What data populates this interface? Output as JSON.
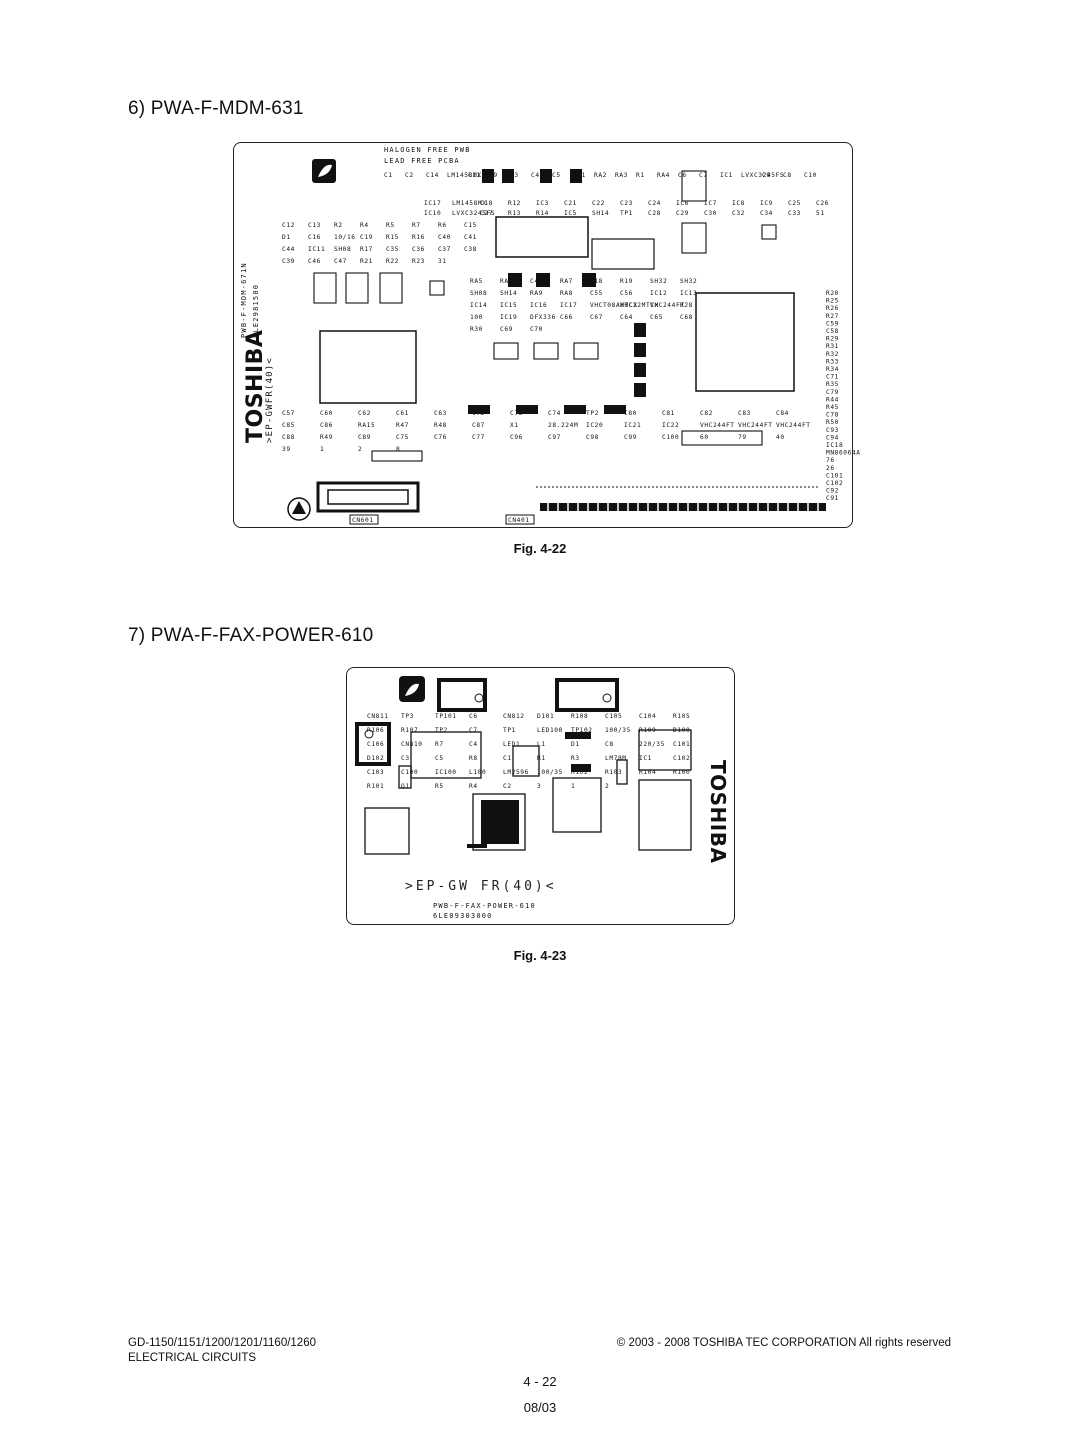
{
  "section6": {
    "title": "6)  PWA-F-MDM-631",
    "figure": "Fig. 4-22",
    "board": {
      "halogen": "HALOGEN FREE PWB",
      "leadfree": "LEAD FREE PCBA",
      "brand": "TOSHIBA",
      "side_code1": "PWB-F-MDM-671N",
      "side_code2": "6LE2981500",
      "side_mark": ">EP-GWFR(40)<",
      "connector1": "CN601",
      "connector2": "CN401",
      "labels_top": [
        "C1",
        "C2",
        "C14",
        "LM1458MX",
        "C11",
        "R9",
        "C3",
        "C4",
        "C5",
        "RA1",
        "RA2",
        "RA3",
        "R1",
        "RA4",
        "C6",
        "C7",
        "IC1",
        "LVXC3245FS",
        "C9",
        "C8",
        "C10"
      ],
      "labels_mid": [
        "IC17",
        "LM1458MX",
        "C18",
        "R12",
        "IC3",
        "C21",
        "C22",
        "C23",
        "C24",
        "IC6",
        "IC7",
        "IC8",
        "IC9",
        "C25",
        "C26",
        "IC10",
        "LVXC3245FS",
        "C27",
        "R13",
        "R14",
        "IC5",
        "SH14",
        "TP1",
        "C28",
        "C29",
        "C30",
        "C32",
        "C34",
        "C33",
        "51"
      ],
      "labels_left": [
        "C12",
        "C13",
        "R2",
        "R4",
        "R5",
        "R7",
        "R6",
        "C15",
        "D1",
        "C16",
        "10/16",
        "C19",
        "R15",
        "R16",
        "C40",
        "C41",
        "C44",
        "IC11",
        "SH08",
        "R17",
        "C35",
        "C36",
        "C37",
        "C38",
        "C39",
        "C46",
        "C47",
        "R21",
        "R22",
        "R23",
        "31"
      ],
      "labels_center": [
        "RA5",
        "RA6",
        "C45",
        "RA7",
        "R18",
        "R19",
        "SH32",
        "SH32",
        "SH08",
        "SH14",
        "RA9",
        "RA8",
        "C55",
        "C56",
        "IC12",
        "IC13",
        "IC14",
        "IC15",
        "IC16",
        "IC17",
        "VHCT08AMTCX",
        "VHC32MTCX",
        "VHC244FT",
        "R28",
        "100",
        "IC19",
        "DFX336",
        "C66",
        "C67",
        "C64",
        "C65",
        "C68",
        "R30",
        "C69",
        "C70"
      ],
      "labels_right": [
        "R20",
        "R25",
        "R26",
        "R27",
        "C59",
        "C58",
        "R29",
        "R31",
        "R32",
        "R33",
        "R34",
        "C71",
        "R35",
        "C79",
        "R44",
        "R45",
        "C78",
        "R50",
        "C93",
        "C94",
        "IC18",
        "MN86064A",
        "76",
        "26",
        "C101",
        "C102",
        "C92",
        "C91"
      ],
      "labels_bottom": [
        "C57",
        "C60",
        "C62",
        "C61",
        "C63",
        "C72",
        "C73",
        "C74",
        "TP2",
        "C80",
        "C81",
        "C82",
        "C83",
        "C84",
        "C85",
        "C86",
        "RA15",
        "R47",
        "R48",
        "C87",
        "X1",
        "28.224M",
        "IC20",
        "IC21",
        "IC22",
        "VHC244FT",
        "VHC244FT",
        "VHC244FT",
        "C88",
        "R49",
        "C89",
        "C75",
        "C76",
        "C77",
        "C96",
        "C97",
        "C98",
        "C99",
        "C100",
        "60",
        "79",
        "40",
        "39",
        "1",
        "2",
        "8"
      ]
    }
  },
  "section7": {
    "title": "7)  PWA-F-FAX-POWER-610",
    "figure": "Fig. 4-23",
    "board": {
      "brand": "TOSHIBA",
      "mark": ">EP-GW FR(40)<",
      "code1": "PWB-F-FAX-POWER-610",
      "code2": "6LE09303000",
      "labels": [
        "CN811",
        "TP3",
        "TP101",
        "C6",
        "CN812",
        "D101",
        "R108",
        "C105",
        "C104",
        "R105",
        "R106",
        "R107",
        "TP2",
        "C7",
        "TP1",
        "LED100",
        "TP102",
        "100/35",
        "R109",
        "D100",
        "C106",
        "CN810",
        "R7",
        "C4",
        "LED1",
        "L1",
        "D1",
        "C8",
        "220/35",
        "C101",
        "D102",
        "C3",
        "C5",
        "R8",
        "C1",
        "R1",
        "R3",
        "LM78M",
        "IC1",
        "C102",
        "C103",
        "C100",
        "IC100",
        "L100",
        "LM2596",
        "100/35",
        "R102",
        "R103",
        "R104",
        "R100",
        "R101",
        "Q1",
        "R5",
        "R4",
        "C2",
        "3",
        "1",
        "2"
      ]
    }
  },
  "footer": {
    "models": "GD-1150/1151/1200/1201/1160/1260",
    "section": "ELECTRICAL CIRCUITS",
    "copyright": "© 2003 - 2008 TOSHIBA TEC CORPORATION All rights reserved",
    "page": "4 - 22",
    "date": "08/03"
  }
}
